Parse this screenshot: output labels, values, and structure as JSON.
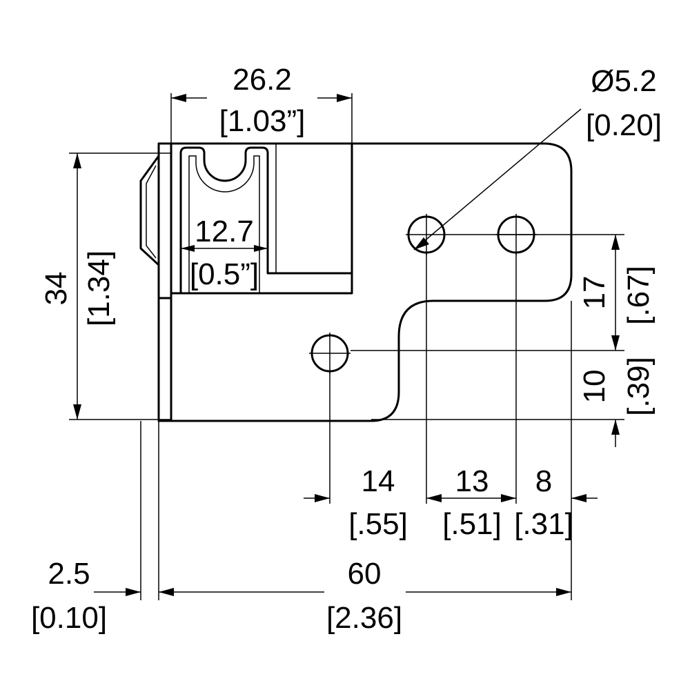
{
  "dimensions": {
    "slot_width": {
      "mm": "26.2",
      "inch": "[1.03”]"
    },
    "hole_diameter": {
      "mm": "Ø5.2",
      "inch": "[0.20]"
    },
    "inner_width": {
      "mm": "12.7",
      "inch": "[0.5”]"
    },
    "height": {
      "mm": "34",
      "inch": "[1.34]"
    },
    "hole_spacing_vertical": {
      "mm": "17",
      "inch": "[.67]"
    },
    "bottom_hole_offset": {
      "mm": "10",
      "inch": "[.39]"
    },
    "hole_offset_14": {
      "mm": "14",
      "inch": "[.55]"
    },
    "hole_pitch_13": {
      "mm": "13",
      "inch": "[.51]"
    },
    "edge_offset_8": {
      "mm": "8",
      "inch": "[.31]"
    },
    "thickness": {
      "mm": "2.5",
      "inch": "[0.10]"
    },
    "length": {
      "mm": "60",
      "inch": "[2.36]"
    }
  }
}
